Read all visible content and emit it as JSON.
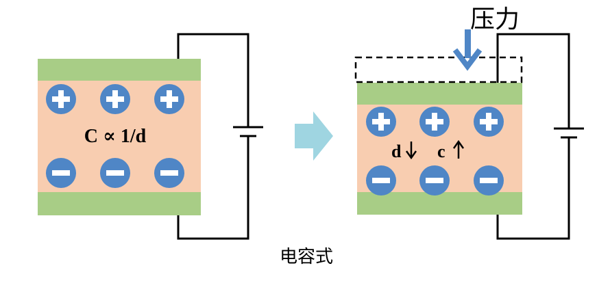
{
  "left_panel": {
    "formula": "C ∝ 1/d",
    "plus_count": 3,
    "minus_count": 3
  },
  "right_panel": {
    "force_label": "压力",
    "d_label": "d",
    "c_label": "c",
    "d_arrow": "down",
    "c_arrow": "up",
    "plus_count": 3,
    "minus_count": 3
  },
  "caption": "电容式",
  "colors": {
    "plate": "#a8cd86",
    "dielectric": "#f8cdb0",
    "charge": "#4f86c6",
    "wire": "#000000",
    "transition_arrow": "#9fd5e1",
    "force_arrow": "#4f86c6"
  }
}
